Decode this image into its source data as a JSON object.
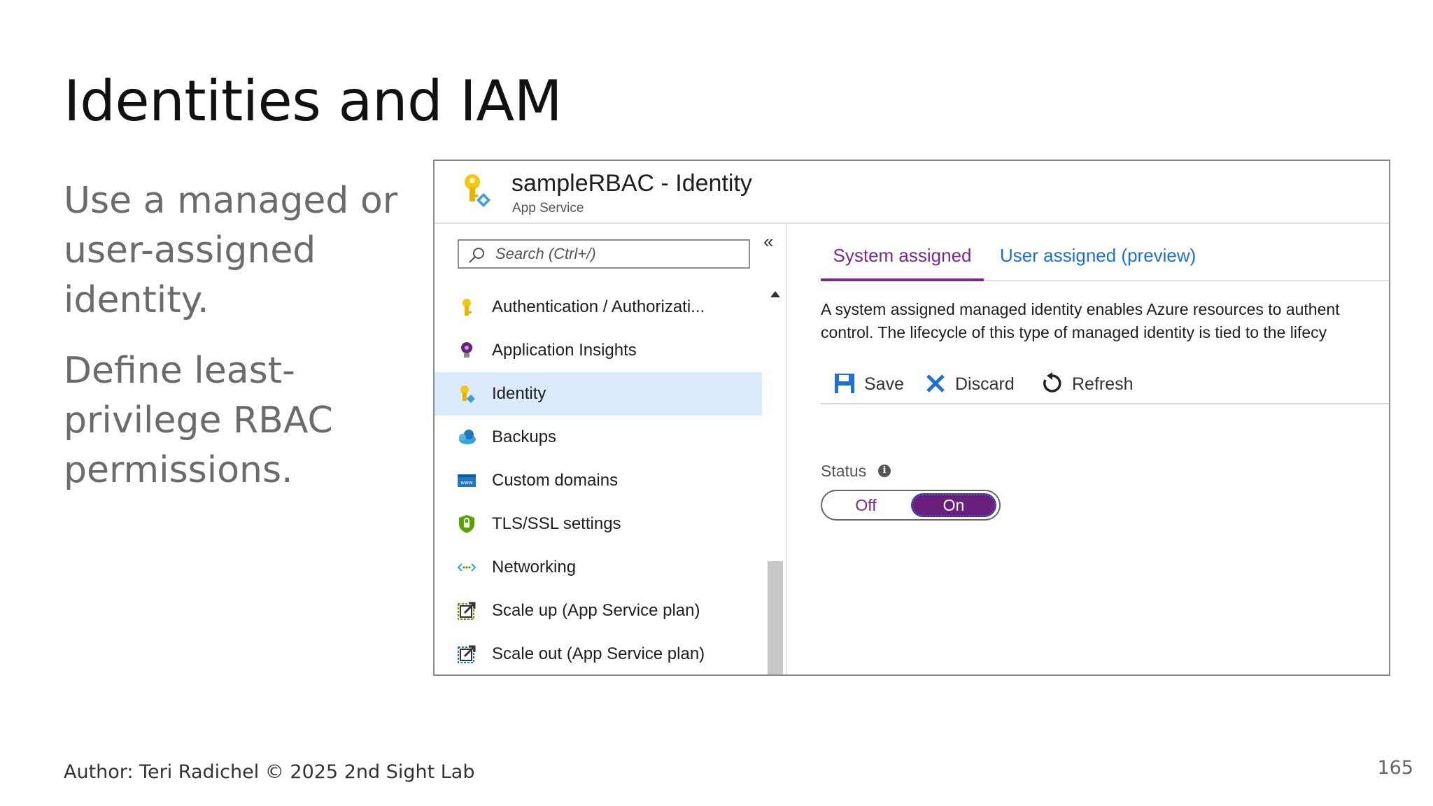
{
  "slide": {
    "title": "Identities and IAM",
    "bullets": [
      "Use a managed or user-assigned identity.",
      "Define least-privilege RBAC permissions."
    ],
    "footer": "Author: Teri Radichel © 2025 2nd Sight Lab",
    "page_number": "165"
  },
  "portal": {
    "header": {
      "title": "sampleRBAC - Identity",
      "subtitle": "App Service",
      "icon": "key-identity-icon"
    },
    "collapse_glyph": "«",
    "search": {
      "placeholder": "Search (Ctrl+/)",
      "value": ""
    },
    "menu": [
      {
        "label": "Authentication / Authorizati...",
        "icon": "key-icon",
        "active": false
      },
      {
        "label": "Application Insights",
        "icon": "lightbulb-icon",
        "active": false
      },
      {
        "label": "Identity",
        "icon": "identity-key-icon",
        "active": true
      },
      {
        "label": "Backups",
        "icon": "cloud-backup-icon",
        "active": false
      },
      {
        "label": "Custom domains",
        "icon": "www-icon",
        "active": false
      },
      {
        "label": "TLS/SSL settings",
        "icon": "shield-lock-icon",
        "active": false
      },
      {
        "label": "Networking",
        "icon": "networking-icon",
        "active": false
      },
      {
        "label": "Scale up (App Service plan)",
        "icon": "scale-up-icon",
        "active": false
      },
      {
        "label": "Scale out (App Service plan)",
        "icon": "scale-out-icon",
        "active": false
      }
    ],
    "tabs": [
      {
        "label": "System assigned",
        "active": true
      },
      {
        "label": "User assigned (preview)",
        "active": false
      }
    ],
    "description": [
      "A system assigned managed identity enables Azure resources to authent",
      "control. The lifecycle of this type of managed identity is tied to the lifecy"
    ],
    "toolbar": {
      "save": "Save",
      "discard": "Discard",
      "refresh": "Refresh"
    },
    "status": {
      "label": "Status",
      "off": "Off",
      "on": "On",
      "selected": "On"
    },
    "colors": {
      "accent_purple": "#6b1f7d",
      "link_blue": "#1e6fd9",
      "selected_row": "#dbeafc"
    }
  }
}
